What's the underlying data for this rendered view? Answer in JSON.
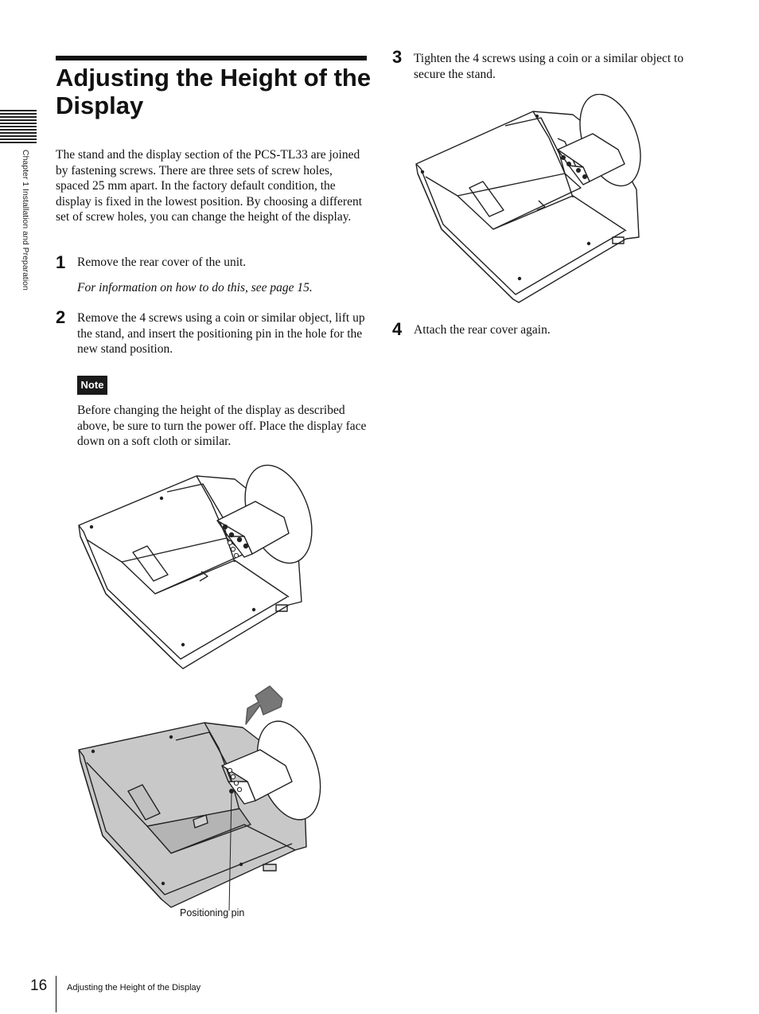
{
  "page": {
    "title": "Adjusting the Height of the Display",
    "side_tab_label": "Chapter 1  Installation and Preparation",
    "page_number": "16",
    "footer_title": "Adjusting the Height of the Display"
  },
  "intro": "The stand and the display section of the PCS-TL33 are joined by fastening screws. There are three sets of screw holes, spaced 25 mm apart. In the factory default condition, the display is fixed in the lowest position. By choosing a different set of screw holes, you can change the height of the display.",
  "steps": [
    {
      "number": "1",
      "text": "Remove the rear cover of the unit.",
      "subtext": "For information on how to do this, see page 15."
    },
    {
      "number": "2",
      "text": "Remove the 4 screws using a coin or similar object, lift up the stand, and insert the positioning pin in the hole for the new stand position."
    },
    {
      "number": "3",
      "text": "Tighten the 4 screws using a coin or a similar object to secure the stand."
    },
    {
      "number": "4",
      "text": "Attach the rear cover again."
    }
  ],
  "note": {
    "label": "Note",
    "text": "Before changing the height of the display as described above, be sure to turn the power off. Place the display face down on a soft cloth or similar."
  },
  "figures": {
    "positioning_pin_caption": "Positioning pin"
  }
}
